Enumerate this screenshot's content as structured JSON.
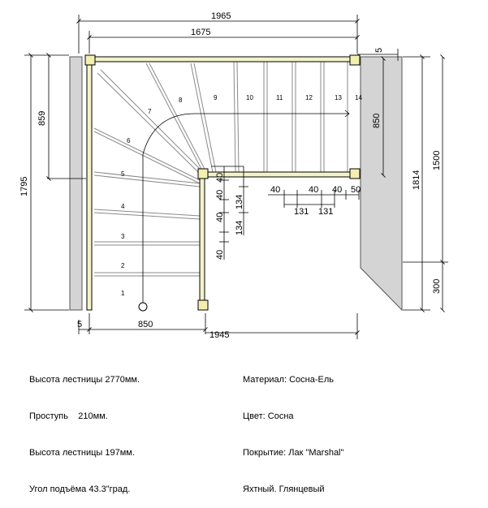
{
  "dimensions": {
    "top_total": "1965",
    "top_inner": "1675",
    "top_right_offset": "5",
    "left_outer": "1795",
    "left_upper": "859",
    "right_850": "850",
    "right_1814": "1814",
    "right_1500": "1500",
    "right_300": "300",
    "bottom_5": "5",
    "bottom_850": "850",
    "bottom_1945": "1945",
    "v_40_top": "40",
    "v_40_a": "40",
    "v_134_a": "134",
    "v_40_b": "40",
    "v_134_b": "134",
    "v_40_c": "40",
    "h_40_a": "40",
    "h_40_b": "40",
    "h_40_c": "40",
    "h_50": "50",
    "h_131_a": "131",
    "h_131_b": "131"
  },
  "steps": [
    "1",
    "2",
    "3",
    "4",
    "5",
    "6",
    "7",
    "8",
    "9",
    "10",
    "11",
    "12",
    "13",
    "14"
  ],
  "specs": {
    "left": [
      "Высота лестницы 2770мм.",
      "Проступь    210мм.",
      "Высота лестницы 197мм.",
      "Угол подъёма 43.3\"град."
    ],
    "right": [
      "Материал: Сосна-Ель",
      "Цвет: Сосна",
      "Покрытие: Лак \"Marshal\"",
      "Яхтный. Глянцевый"
    ]
  },
  "colors": {
    "stringer": "#f4f2c9",
    "post": "#f2efb0",
    "wall": "#d4d4d4",
    "line": "#000000",
    "guide": "#8a8a8a"
  }
}
